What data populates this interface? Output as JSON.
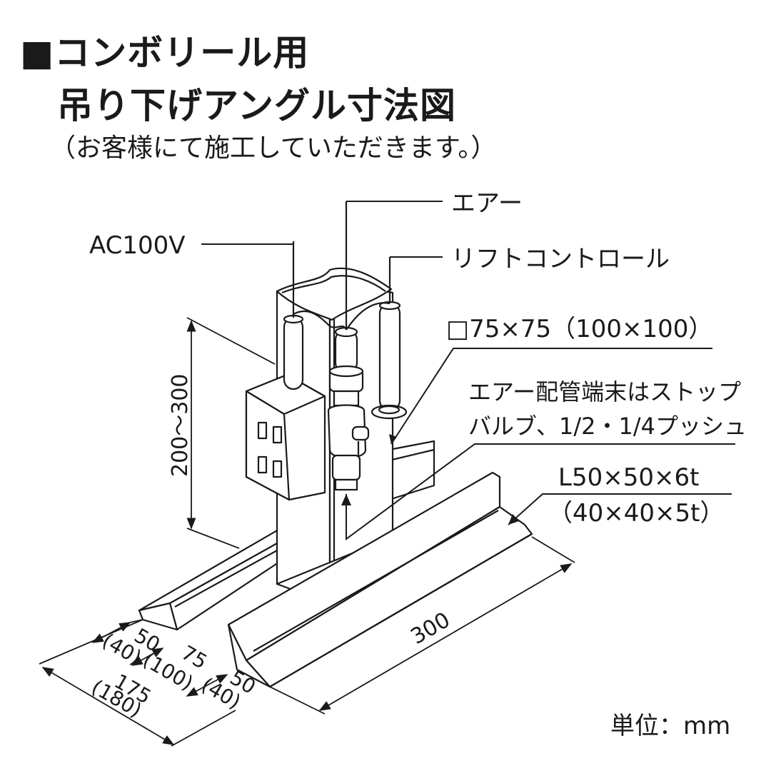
{
  "title": {
    "line1": "■コンボリール用",
    "line2": "吊り下げアングル寸法図",
    "note": "（お客様にて施工していただきます。）"
  },
  "labels": {
    "ac100v": "AC100V",
    "air": "エアー",
    "lift_control": "リフトコントロール",
    "column_size": "□75×75（100×100）",
    "air_pipe_line1": "エアー配管端末はストップ",
    "air_pipe_line2": "バルブ、1/2・1/4プッシュ",
    "angle_size_line1": "L50×50×6t",
    "angle_size_line2": "（40×40×5t）",
    "unit": "単位：mm"
  },
  "dimensions": {
    "height": "200～300",
    "length": "300",
    "left_angle_w": "50",
    "left_angle_w_alt": "(40)",
    "gap": "75",
    "gap_alt": "(100)",
    "total": "175",
    "total_alt": "(180)",
    "right_angle_w": "50",
    "right_angle_w_alt": "(40)"
  }
}
